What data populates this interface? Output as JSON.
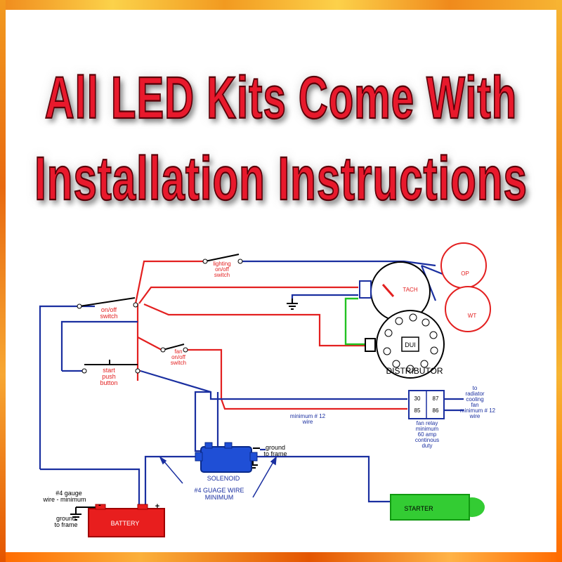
{
  "headline": {
    "line1": "All LED Kits Come With",
    "line2": "Installation Instructions"
  },
  "colors": {
    "headline_red": "#e8192c",
    "wire_red": "#e32020",
    "wire_blue": "#1a2fa0",
    "wire_green": "#22c222",
    "battery": "#e81e1e",
    "starter": "#33cc33",
    "solenoid": "#1f4fd6",
    "gauge_ring": "#e32020"
  },
  "labels": {
    "lighting_switch": [
      "lighting",
      "on/off",
      "switch"
    ],
    "tach": "TACH",
    "op": "OP",
    "wt": "WT",
    "onoff_switch": [
      "on/off",
      "switch"
    ],
    "fan_switch": [
      "fan",
      "on/off",
      "switch"
    ],
    "dui": "DUI",
    "distributor": "DISTRIBUTOR",
    "start_button": [
      "start",
      "push",
      "button"
    ],
    "relay_30": "30",
    "relay_87": "87",
    "relay_85": "85",
    "relay_86": "86",
    "to_radiator": [
      "to",
      "radiator",
      "cooling",
      "fan",
      "minimum # 12",
      "wire"
    ],
    "min12_wire": [
      "minimum # 12",
      "wire"
    ],
    "fan_relay": [
      "fan relay",
      "minimum",
      "60 amp",
      "continous",
      "duty"
    ],
    "ground_frame_right": [
      "ground",
      "to frame"
    ],
    "solenoid": "SOLENOID",
    "guage_wire": [
      "#4 GUAGE WIRE",
      "MINIMUM"
    ],
    "gauge_wire_left": [
      "#4 gauge",
      "wire - minimum"
    ],
    "ground_frame_left": [
      "ground",
      "to frame"
    ],
    "battery": "BATTERY",
    "plus": "+",
    "minus": "-",
    "starter": "STARTER"
  }
}
